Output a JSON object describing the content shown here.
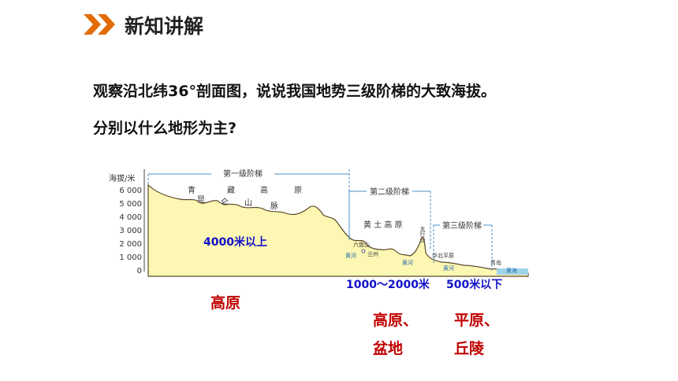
{
  "header": {
    "title": "新知讲解",
    "accent": "#e36c09"
  },
  "questions": {
    "q1": "观察沿北纬36°剖面图，说说我国地势三级阶梯的大致海拔。",
    "q2": "分别以什么地形为主?"
  },
  "diagram": {
    "ylabel": "海拔/米",
    "yticks": [
      "6 000",
      "5 000",
      "4 000",
      "3 000",
      "2 000",
      "1 000",
      "0"
    ],
    "steps": [
      "第一级阶梯",
      "第二级阶梯",
      "第三级阶梯"
    ],
    "regions": {
      "qingzang": [
        "青",
        "藏",
        "高",
        "原"
      ],
      "kunlun": [
        "昆",
        "仑",
        "山",
        "脉"
      ],
      "huangtu": "黄 土 高 原",
      "liupan": "六盘山",
      "lanzhou": "兰州",
      "taihang": "太行山",
      "huabei": "华北平原",
      "huanghe1": "黄河",
      "huanghe2": "黄河",
      "huanghe3": "黄河",
      "qingdao": "青岛",
      "sea": "黄海"
    },
    "fill_color": "#fdf7b4",
    "outline_color": "#5a4a2a",
    "guide_color": "#4a90c8"
  },
  "answers": {
    "alt_high": "4000米以上",
    "alt_mid": "1000～2000米",
    "alt_low": "500米以下",
    "form1": "高原",
    "form2a": "高原、",
    "form2b": "盆地",
    "form3a": "平原、",
    "form3b": "丘陵"
  }
}
